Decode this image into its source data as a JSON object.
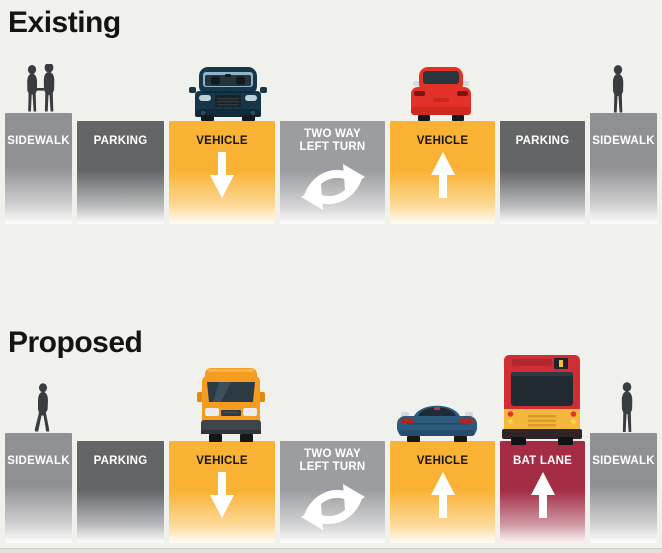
{
  "page": {
    "background_color": "#f0f1ec",
    "description": "Street cross-section infographic comparing existing and proposed lane configurations"
  },
  "colors": {
    "sidewalk_gray": "#8f9093",
    "parking_gray": "#646567",
    "vehicle_orange": "#f9b233",
    "turn_gray": "#9c9da0",
    "bat_lane_red": "#a42c45",
    "label_light": "#ffffff",
    "label_dark": "#161616",
    "silhouette": "#393d40"
  },
  "icons": {
    "down_arrow": "white straight arrow pointing down",
    "up_arrow": "white straight arrow pointing up",
    "two_way_turn": "two white curved arrows pointing right and left"
  },
  "sections": [
    {
      "title": "Existing",
      "lanes": [
        {
          "label": "SIDEWALK"
        },
        {
          "label": "PARKING"
        },
        {
          "label": "VEHICLE",
          "arrow": "down"
        },
        {
          "label": "TWO WAY",
          "label2": "LEFT TURN",
          "arrow": "two-way"
        },
        {
          "label": "VEHICLE",
          "arrow": "up"
        },
        {
          "label": "PARKING"
        },
        {
          "label": "SIDEWALK"
        }
      ],
      "vehicles": [
        {
          "name": "dark-blue-suv-front",
          "lane": "vehicle-southbound"
        },
        {
          "name": "red-car-rear",
          "lane": "vehicle-northbound"
        }
      ],
      "pedestrians": [
        {
          "name": "couple-standing",
          "lane": "sidewalk-left"
        },
        {
          "name": "person-standing",
          "lane": "sidewalk-right"
        }
      ]
    },
    {
      "title": "Proposed",
      "lanes": [
        {
          "label": "SIDEWALK"
        },
        {
          "label": "PARKING"
        },
        {
          "label": "VEHICLE",
          "arrow": "down"
        },
        {
          "label": "TWO WAY",
          "label2": "LEFT TURN",
          "arrow": "two-way"
        },
        {
          "label": "VEHICLE",
          "arrow": "up"
        },
        {
          "label": "BAT LANE",
          "arrow": "up"
        },
        {
          "label": "SIDEWALK"
        }
      ],
      "vehicles": [
        {
          "name": "orange-van-front",
          "lane": "vehicle-southbound"
        },
        {
          "name": "blue-sedan-rear",
          "lane": "vehicle-northbound"
        },
        {
          "name": "red-yellow-bus-rear",
          "lane": "bat-lane"
        }
      ],
      "pedestrians": [
        {
          "name": "person-walking",
          "lane": "sidewalk-left"
        },
        {
          "name": "person-standing",
          "lane": "sidewalk-right"
        }
      ]
    }
  ]
}
